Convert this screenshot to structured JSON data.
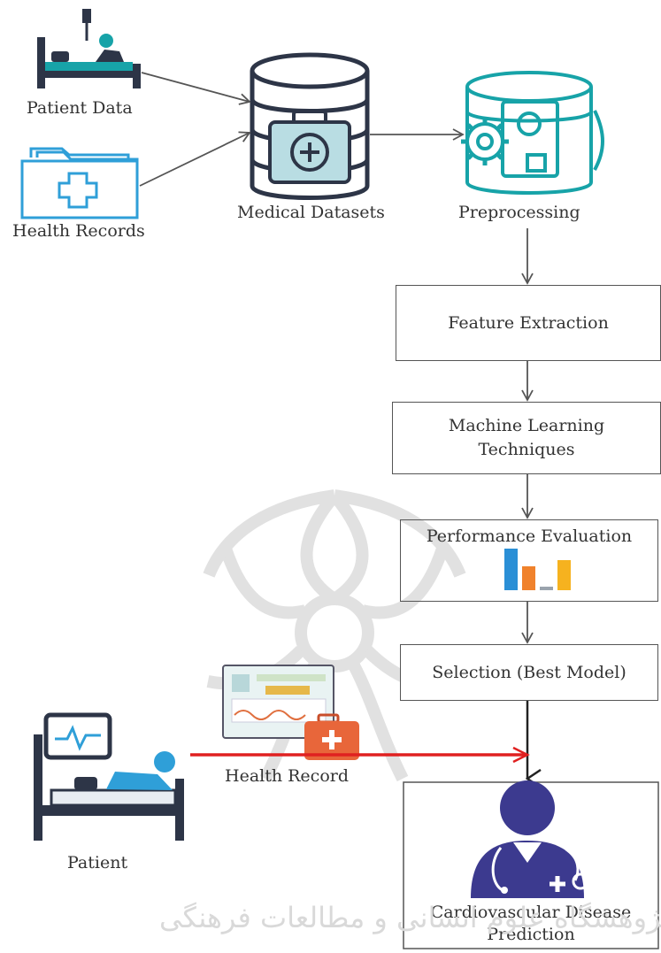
{
  "inputs": {
    "patient_data": "Patient Data",
    "health_records": "Health Records"
  },
  "stores": {
    "medical_datasets": "Medical Datasets",
    "preprocessing": "Preprocessing"
  },
  "steps": {
    "feature_extraction": "Feature Extraction",
    "ml_line1": "Machine Learning",
    "ml_line2": "Techniques",
    "performance_evaluation": "Performance Evaluation",
    "selection": "Selection (Best Model)"
  },
  "bottom": {
    "health_record": "Health Record",
    "patient": "Patient",
    "output_line1": "Cardiovascular Disease",
    "output_line2": "Prediction"
  },
  "watermark": {
    "text": "پژوهشگاه علوم انسانی و مطالعات فرهنگی"
  },
  "colors": {
    "dark_navy": "#2d3547",
    "teal_line": "#17a3a8",
    "blue_icon": "#2f9fd8",
    "doctor": "#3c3a8f",
    "red_arrow": "#e02020",
    "orange_case": "#e8663a",
    "bar_blue": "#2a8fd6",
    "bar_orange": "#f0822c",
    "bar_gray": "#9aa3ad",
    "bar_yellow": "#f6b21f"
  }
}
